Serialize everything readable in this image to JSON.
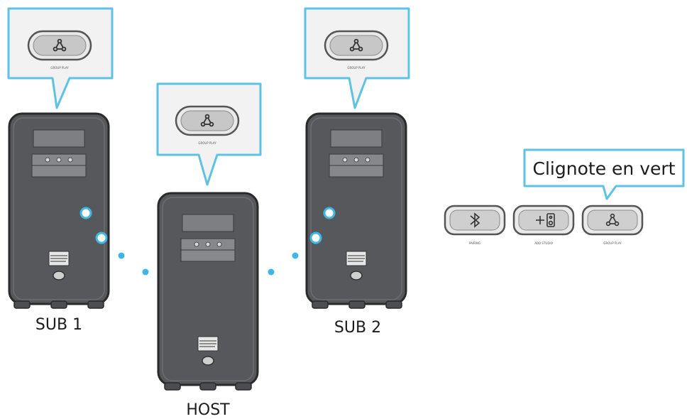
{
  "labels": {
    "sub1": "SUB 1",
    "host": "HOST",
    "sub2": "SUB 2",
    "clignote": "Clignote en vert"
  },
  "button_captions": {
    "group_play": "GROUP PLAY",
    "pairing": "PAIRING",
    "add_studio": "ADD STUDIO"
  },
  "colors": {
    "callout_border": "#5ec3e3",
    "callout_fill": "#f2f2f2",
    "speaker_body": "#56585c",
    "link_dot": "#3fb7e4"
  },
  "icons": {
    "group_play": "group-play-icon",
    "bluetooth": "bluetooth-icon",
    "add_studio": "add-studio-icon"
  }
}
